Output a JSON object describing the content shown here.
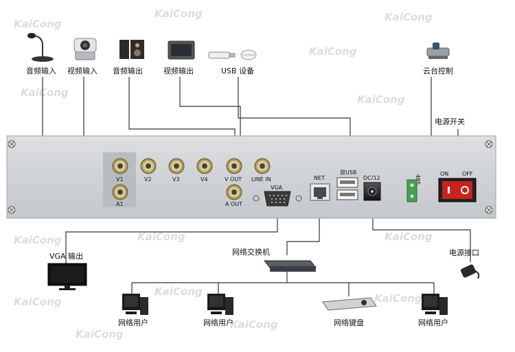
{
  "watermark": "KaiCong",
  "devices": {
    "audio_in": "音频输入",
    "video_in": "视频输入",
    "audio_out": "音频输出",
    "video_out": "视频输出",
    "usb_device": "USB 设备",
    "ptz": "云台控制",
    "power_switch": "电源开关",
    "vga_out": "VGA 输出",
    "network_switch": "网络交换机",
    "power_port": "电源接口",
    "network_user": "网络用户",
    "network_keyboard": "网络键盘"
  },
  "panel": {
    "v1": "V1",
    "v2": "V2",
    "v3": "V3",
    "v4": "V4",
    "a1": "A1",
    "v_out": "V OUT",
    "a_out": "A OUT",
    "line_in": "LINE IN",
    "vga": "VGA",
    "net": "NET",
    "usb": "双USB",
    "dc": "DC/12",
    "rs485": "485",
    "on": "ON",
    "off": "OFF"
  },
  "colors": {
    "panel": "#cfd1d4",
    "panel_edge": "#9fa3a8",
    "bnc_ring": "#d8c78a",
    "terminal": "#4aa050",
    "switch_red": "#c8231e"
  }
}
